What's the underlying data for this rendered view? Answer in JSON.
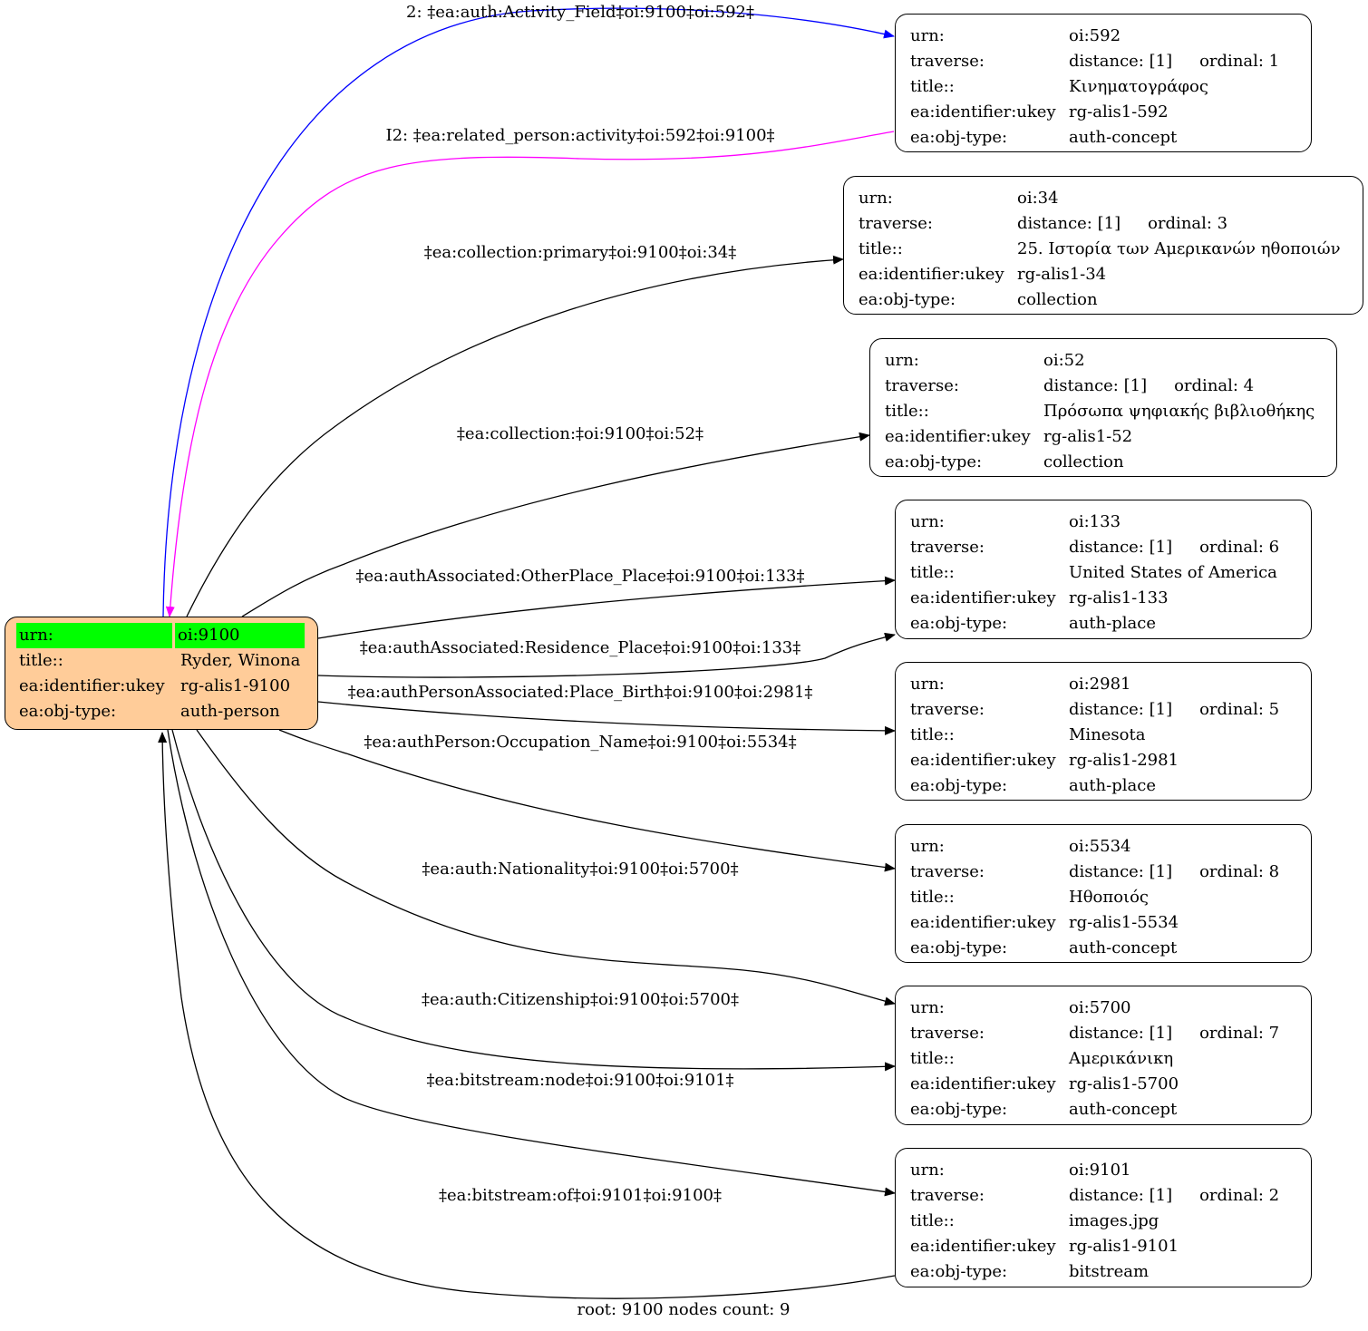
{
  "root": {
    "urn_key": "urn:",
    "urn": "oi:9100",
    "title_key": "title::",
    "title": "Ryder, Winona",
    "ukey_key": "ea:identifier:ukey",
    "ukey": "rg-alis1-9100",
    "type_key": "ea:obj-type:",
    "type": "auth-person",
    "fill": "#ffcc99",
    "highlight": "#00ff00"
  },
  "row_keys": {
    "urn": "urn:",
    "traverse": "traverse:",
    "title": "title::",
    "ukey": "ea:identifier:ukey",
    "type": "ea:obj-type:"
  },
  "nodes": [
    {
      "id": "n592",
      "urn": "oi:592",
      "distance": "distance: [1]",
      "ordinal": "ordinal: 1",
      "title": "Κινηματογράφος",
      "ukey": "rg-alis1-592",
      "type": "auth-concept"
    },
    {
      "id": "n34",
      "urn": "oi:34",
      "distance": "distance: [1]",
      "ordinal": "ordinal: 3",
      "title": "25. Ιστορία των Αμερικανών ηθοποιών",
      "ukey": "rg-alis1-34",
      "type": "collection"
    },
    {
      "id": "n52",
      "urn": "oi:52",
      "distance": "distance: [1]",
      "ordinal": "ordinal: 4",
      "title": "Πρόσωπα ψηφιακής βιβλιοθήκης",
      "ukey": "rg-alis1-52",
      "type": "collection"
    },
    {
      "id": "n133",
      "urn": "oi:133",
      "distance": "distance: [1]",
      "ordinal": "ordinal: 6",
      "title": "United States of America",
      "ukey": "rg-alis1-133",
      "type": "auth-place"
    },
    {
      "id": "n2981",
      "urn": "oi:2981",
      "distance": "distance: [1]",
      "ordinal": "ordinal: 5",
      "title": "Minesota",
      "ukey": "rg-alis1-2981",
      "type": "auth-place"
    },
    {
      "id": "n5534",
      "urn": "oi:5534",
      "distance": "distance: [1]",
      "ordinal": "ordinal: 8",
      "title": "Ηθοποιός",
      "ukey": "rg-alis1-5534",
      "type": "auth-concept"
    },
    {
      "id": "n5700",
      "urn": "oi:5700",
      "distance": "distance: [1]",
      "ordinal": "ordinal: 7",
      "title": "Αμερικάνικη",
      "ukey": "rg-alis1-5700",
      "type": "auth-concept"
    },
    {
      "id": "n9101",
      "urn": "oi:9101",
      "distance": "distance: [1]",
      "ordinal": "ordinal: 2",
      "title": "images.jpg",
      "ukey": "rg-alis1-9101",
      "type": "bitstream"
    }
  ],
  "edges": [
    {
      "label": "2: ‡ea:auth:Activity_Field‡oi:9100‡oi:592‡",
      "color": "#0000ff"
    },
    {
      "label": "I2: ‡ea:related_person:activity‡oi:592‡oi:9100‡",
      "color": "#ff00ff"
    },
    {
      "label": "‡ea:collection:primary‡oi:9100‡oi:34‡",
      "color": "#000000"
    },
    {
      "label": "‡ea:collection:‡oi:9100‡oi:52‡",
      "color": "#000000"
    },
    {
      "label": "‡ea:authAssociated:OtherPlace_Place‡oi:9100‡oi:133‡",
      "color": "#000000"
    },
    {
      "label": "‡ea:authAssociated:Residence_Place‡oi:9100‡oi:133‡",
      "color": "#000000"
    },
    {
      "label": "‡ea:authPersonAssociated:Place_Birth‡oi:9100‡oi:2981‡",
      "color": "#000000"
    },
    {
      "label": "‡ea:authPerson:Occupation_Name‡oi:9100‡oi:5534‡",
      "color": "#000000"
    },
    {
      "label": "‡ea:auth:Nationality‡oi:9100‡oi:5700‡",
      "color": "#000000"
    },
    {
      "label": "‡ea:auth:Citizenship‡oi:9100‡oi:5700‡",
      "color": "#000000"
    },
    {
      "label": "‡ea:bitstream:node‡oi:9100‡oi:9101‡",
      "color": "#000000"
    },
    {
      "label": "‡ea:bitstream:of‡oi:9101‡oi:9100‡",
      "color": "#000000"
    }
  ],
  "footer": "root: 9100 nodes count: 9"
}
